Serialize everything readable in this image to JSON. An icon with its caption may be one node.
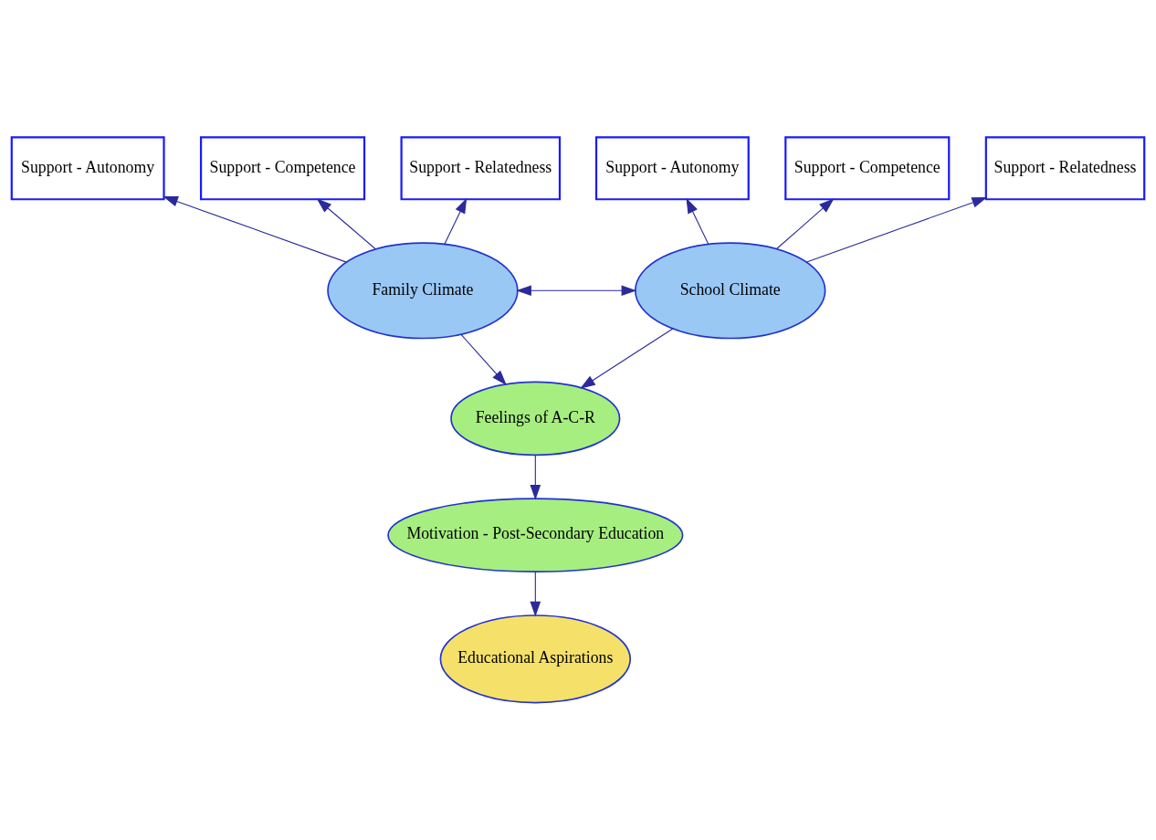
{
  "diagram": {
    "nodes": [
      {
        "text": [
          "Support - Autonomy"
        ]
      },
      {
        "text": [
          "Support - Competence"
        ]
      },
      {
        "text": [
          "Support - Relatedness"
        ]
      },
      {
        "text": [
          "Support - Autonomy"
        ]
      },
      {
        "text": [
          "Support - Competence"
        ]
      },
      {
        "text": [
          "Support - Relatedness"
        ]
      },
      {
        "text": [
          "Family Climate"
        ]
      },
      {
        "text": [
          "School Climate"
        ]
      },
      {
        "text": [
          "Feelings of A-C-R"
        ]
      },
      {
        "text": [
          "Motivation - Post-Secondary Education"
        ]
      },
      {
        "text": [
          "Educational Aspirations"
        ]
      }
    ],
    "edges": [
      {
        "from": 6,
        "to": 0,
        "arrow": "to"
      },
      {
        "from": 6,
        "to": 1,
        "arrow": "to"
      },
      {
        "from": 6,
        "to": 2,
        "arrow": "to"
      },
      {
        "from": 6,
        "to": 7,
        "arrow": "both"
      },
      {
        "from": 7,
        "to": 3,
        "arrow": "to"
      },
      {
        "from": 7,
        "to": 4,
        "arrow": "to"
      },
      {
        "from": 7,
        "to": 5,
        "arrow": "to"
      },
      {
        "from": 6,
        "to": 8,
        "arrow": "to"
      },
      {
        "from": 7,
        "to": 8,
        "arrow": "to"
      },
      {
        "from": 8,
        "to": 9,
        "arrow": "to"
      },
      {
        "from": 9,
        "to": 10,
        "arrow": "to"
      }
    ]
  }
}
